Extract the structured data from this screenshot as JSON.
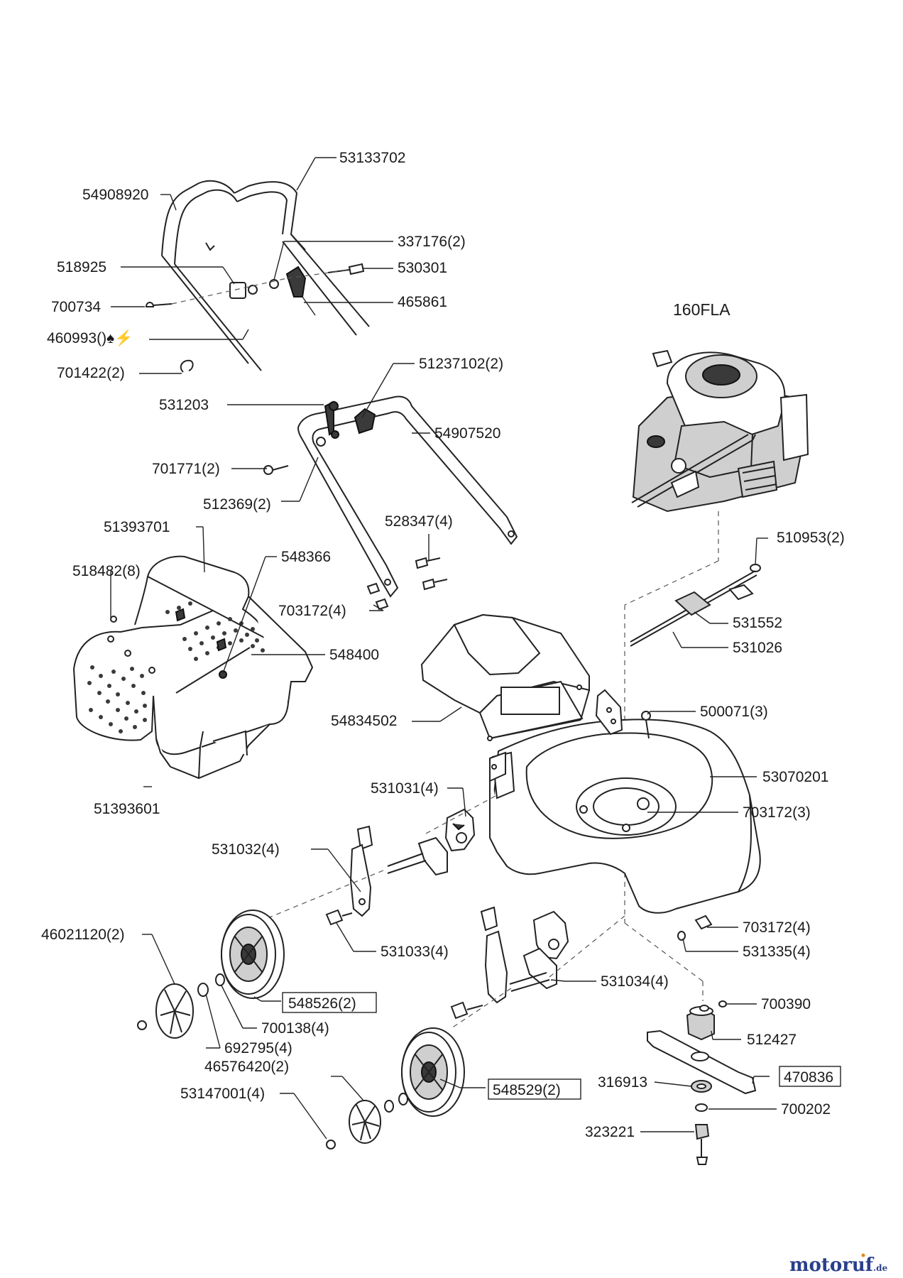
{
  "labels": {
    "p53133702": "53133702",
    "p54908920": "54908920",
    "p337176": "337176(2)",
    "p518925": "518925",
    "p530301": "530301",
    "p700734": "700734",
    "p465861": "465861",
    "p460993": "460993()♠⚡",
    "p701422": "701422(2)",
    "p160FLA": "160FLA",
    "p51237102": "51237102(2)",
    "p531203": "531203",
    "p54907520": "54907520",
    "p701771": "701771(2)",
    "p512369": "512369(2)",
    "p51393701": "51393701",
    "p528347": "528347(4)",
    "p510953": "510953(2)",
    "p518482": "518482(8)",
    "p548366": "548366",
    "p703172a": "703172(4)",
    "p531552": "531552",
    "p548400": "548400",
    "p531026": "531026",
    "p54834502": "54834502",
    "p500071": "500071(3)",
    "p51393601": "51393601",
    "p53070201": "53070201",
    "p531031": "531031(4)",
    "p703172b": "703172(3)",
    "p531032": "531032(4)",
    "p703172c": "703172(4)",
    "p46021120": "46021120(2)",
    "p531033": "531033(4)",
    "p531335": "531335(4)",
    "p531034": "531034(4)",
    "p548526": "548526(2)",
    "p700390": "700390",
    "p700138": "700138(4)",
    "p512427": "512427",
    "p692795": "692795(4)",
    "p46576420": "46576420(2)",
    "p470836": "470836",
    "p316913": "316913",
    "p548529": "548529(2)",
    "p53147001": "53147001(4)",
    "p700202": "700202",
    "p323221": "323221"
  },
  "watermark": {
    "brand": "motoruf",
    "suffix": ".de"
  },
  "colors": {
    "ink": "#1a1a1a",
    "logo_blue": "#2a3f8a",
    "logo_orange": "#e08a1e"
  }
}
